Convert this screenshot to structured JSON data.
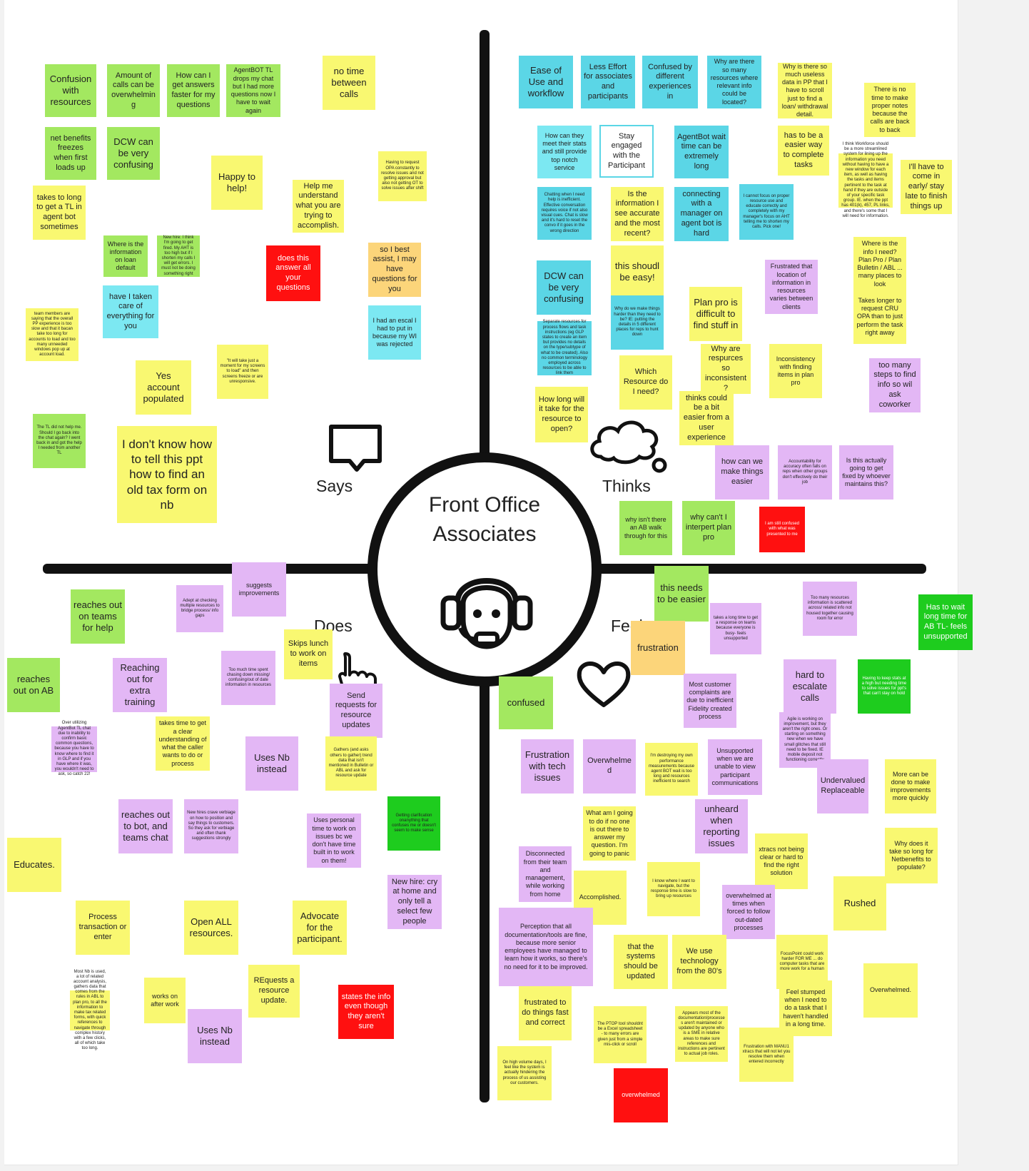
{
  "center": {
    "title_line1": "Front Office",
    "title_line2": "Associates",
    "icon": "headset-agent-icon"
  },
  "quadrants": {
    "says": "Says",
    "thinks": "Thinks",
    "does": "Does",
    "feels": "Feels"
  },
  "quadrant_icons": [
    "speech-bubble-icon",
    "thought-cloud-icon",
    "pointing-hand-icon",
    "heart-icon"
  ],
  "colors": {
    "green": "#a3e860",
    "yellow": "#f9f871",
    "orange": "#fcd57a",
    "red": "#ff1010",
    "blue": "#7ce8f2",
    "teal": "#5bd6e6",
    "purple": "#e3b7f5",
    "darkgreen": "#1ecc1e"
  },
  "notes": [
    {
      "text": "Confusion with resources"
    },
    {
      "text": "Amount of calls can be overwhelming"
    },
    {
      "text": "How can I get answers faster for my questions"
    },
    {
      "text": "AgentBOT TL drops my chat but I had more questions now I have to wait again"
    },
    {
      "text": "no time between calls"
    },
    {
      "text": "net benefits freezes when first loads up"
    },
    {
      "text": "DCW can be very confusing"
    },
    {
      "text": "Happy to help!"
    },
    {
      "text": "Having to request OPA constantly to resolve issues and not getting approval but also not getting OT to solve issues after shift"
    },
    {
      "text": "takes to long to get a TL in agent bot sometimes"
    },
    {
      "text": "Help me understand what you are trying to accomplish."
    },
    {
      "text": "Where is the information on loan default"
    },
    {
      "text": "New hire: I think I'm going to get fired. My AHT is too high but if I shorten my calls I will get errors. I must not be doing something right"
    },
    {
      "text": "does this answer all your questions"
    },
    {
      "text": "so I best assist, I may have questions for you"
    },
    {
      "text": "have I taken care of everything for you"
    },
    {
      "text": "team members are saying that the overall PP experience is too slow and that it bacan take too long for accounts to load and too many unneeded windows pop up at account load."
    },
    {
      "text": "I had an escal I had to put in because my WI was rejected"
    },
    {
      "text": "Yes account populated"
    },
    {
      "text": "\"It will take just a moment for my screens to load\" and then screens freeze or are unresponsive."
    },
    {
      "text": "The TL did not help me. Should I go back into the chat again? I went back in and got the help I needed from another TL"
    },
    {
      "text": "I don't know how to tell this ppt how to find an old tax form on nb"
    },
    {
      "text": "Ease of Use and workflow"
    },
    {
      "text": "Less Effort for associates and participants"
    },
    {
      "text": "Confused by different experiences in"
    },
    {
      "text": "Why are there so many resources where relevant info could be located?"
    },
    {
      "text": "Why is there so much useless data in PP that I have to scroll just to find a loan/ withdrawal detail."
    },
    {
      "text": "There is no time to make proper notes because the calls are back to back"
    },
    {
      "text": "How can they meet their stats and still provide top notch service"
    },
    {
      "text": "Stay engaged with the Participant"
    },
    {
      "text": "AgentBot wait time can be extremely long"
    },
    {
      "text": "has to be a easier way to complete tasks"
    },
    {
      "text": "I think Workforce should be a more streamlined system for lining up the information you need without having to have a new window for each item, as well as having the tasks and items pertinent to the task at hand if they are outside of your specific task group. IE. when the ppt has 401(k), 457, PL links, and there's some that I will need for information."
    },
    {
      "text": "I'll have to come in early/ stay late to finish things up"
    },
    {
      "text": "Chatting when I need help is inefficient. Effective conversation requires voice if not also visual cues. Chat is slow and it's hard to reset the convo if it goes in the wrong direction"
    },
    {
      "text": "Is the information I see accurate and the most recent?"
    },
    {
      "text": "connecting with a manager on agent bot is hard"
    },
    {
      "text": "I cannot focus on proper resource use and educate correctly and completely with my manager's focus on AHT telling me to shorten my calls. Pick one!"
    },
    {
      "text": "Where is the info I need? Plan Pro / Plan Bulletin / ABL ... many places to look"
    },
    {
      "text": "DCW can be very confusing"
    },
    {
      "text": "this shoudl be easy!"
    },
    {
      "text": "Frustrated that location of information in resources varies between clients"
    },
    {
      "text": "Why do we make things harder than they need to be? IE: putting the details in 5 different places for reps to hunt down"
    },
    {
      "text": "Plan pro is difficult to find stuff in"
    },
    {
      "text": "Takes longer to request CRU OPA than to just perform the task right away"
    },
    {
      "text": "Separate resources for process flows and task instructions (eg GLP states to create an item but provides no details on the type/subtype of what to be created). Also no common terminology employed across resources to be able to link them"
    },
    {
      "text": "Why are respurces so inconsistent?"
    },
    {
      "text": "Inconsistency with finding items in plan pro"
    },
    {
      "text": "Which Resource do I need?"
    },
    {
      "text": "too many steps to find info so wil ask coworker"
    },
    {
      "text": "How long will it take for the resource to open?"
    },
    {
      "text": "thinks could be a bit easier from a user experience"
    },
    {
      "text": "how can we make things easier"
    },
    {
      "text": "Accountability for accuracy often falls on reps when other groups don't effectively do their job"
    },
    {
      "text": "Is this actually going to get fixed by whoever maintains this?"
    },
    {
      "text": "why isn't there an AB walk through for this"
    },
    {
      "text": "why can't I interpert plan pro"
    },
    {
      "text": "I am still confused with what was presented to me"
    },
    {
      "text": "suggests improvements"
    },
    {
      "text": "reaches out on teams for help"
    },
    {
      "text": "Adept at checking multiple resources to bridge process/ info gaps"
    },
    {
      "text": "Skips lunch to work on items"
    },
    {
      "text": "this needs to be easier"
    },
    {
      "text": "takes a long time to get a response on teams because everyone is busy- feels unsupported"
    },
    {
      "text": "Too many resources information is scattered across/ related info not housed together causing room for error"
    },
    {
      "text": "Has to wait long time for AB TL- feels unsupported"
    },
    {
      "text": "frustration"
    },
    {
      "text": "reaches out on AB"
    },
    {
      "text": "Reaching out for extra training"
    },
    {
      "text": "Too much time spent chasing down missing/ confusing/out of date information in resources"
    },
    {
      "text": "Send requests for resource updates"
    },
    {
      "text": "confused"
    },
    {
      "text": "Most customer complaints are due to inefficient Fidelity created process"
    },
    {
      "text": "hard to escalate calls"
    },
    {
      "text": "Having to keep stats at a high but needing time to solve issues for ppt's that can't stay on hold"
    },
    {
      "text": "Agile is working on improvement, but they aren't the right ones. Or starting on something new when we have small glitches that still need to be fixed. IE mobile deposit not functioning correctly"
    },
    {
      "text": "Over utilizing AgentBot TL chat due to inability to confirm basic common questions, because you have to know where to find it in GLP and if you have where it was, you wouldn't need to ask, so catch 22!"
    },
    {
      "text": "takes time to get a clear understanding of what the caller wants to do or process"
    },
    {
      "text": "Uses Nb instead"
    },
    {
      "text": "Gathers (and asks others to gather) trend data that isn't mentioned in Bulletin or ABL and ask for resource update"
    },
    {
      "text": "Frustration with tech issues"
    },
    {
      "text": "Overwhelmed"
    },
    {
      "text": "I'm destroying my own performance measurements because agent BOT wait is too long and resources inefficient to search"
    },
    {
      "text": "Unsupported when we are unable to view participant communications"
    },
    {
      "text": "Undervalued Replaceable"
    },
    {
      "text": "More can be done to make improvements more quickly"
    },
    {
      "text": "reaches out to bot, and teams chat"
    },
    {
      "text": "New hires crave verbiage on how to position and say things to customers. So they ask for verbiage and often thank suggestions strongly"
    },
    {
      "text": "Uses personal time to work on issues bc we don't have time built in to work on them!"
    },
    {
      "text": "Getting clarification onanything that confuses me or doesn't seem to make sense"
    },
    {
      "text": "What am I going to do if no one is out there to answer my question. I'm going to panic"
    },
    {
      "text": "unheard when reporting issues"
    },
    {
      "text": "xtracs not being clear or hard to find the right solution"
    },
    {
      "text": "Why does it take so long for Netbenefits to populate?"
    },
    {
      "text": "Educates."
    },
    {
      "text": "Disconnected from their team and management, while working from home"
    },
    {
      "text": "Accomplished."
    },
    {
      "text": "I know where I want to navigate, but the response time is slow to bring up resources"
    },
    {
      "text": "overwhelmed at times when forced to follow out-dated processes"
    },
    {
      "text": "Rushed"
    },
    {
      "text": "New hire: cry at home and only tell a select few people"
    },
    {
      "text": "Process transaction or enter"
    },
    {
      "text": "Open ALL resources."
    },
    {
      "text": "Advocate for the participant."
    },
    {
      "text": "Perception that all documentation/tools are fine, because more senior employees have managed to learn how it works, so there's no need for it to be improved."
    },
    {
      "text": "that the systems should be updated"
    },
    {
      "text": "We use technology from the 80's"
    },
    {
      "text": "FocusPoint could work harder FOR ME ... do computer tasks that are more work for a human"
    },
    {
      "text": "Overwhelmed."
    },
    {
      "text": "Most Nb is used, a lot of related account analysis, gathers data that comes from the rules in ABL to plan pro, to all the information to make tax related forms, with quick references to navigate through complex history with a few clicks, all of which take too long."
    },
    {
      "text": "works on after work"
    },
    {
      "text": "REquests a resource update."
    },
    {
      "text": "states the info even though they aren't sure"
    },
    {
      "text": "frustrated to do things fast and correct"
    },
    {
      "text": "The PTOP tool shouldnt be a Excel spreadsheet - to many errors are given just from a simple mis-click or scroll"
    },
    {
      "text": "Appears most of the documentation/processes aren't maintained or updated by anyone who is a SME in relative areas to make sure references and instructions are pertinent to actual job roles."
    },
    {
      "text": "Feel stumped when I need to do a task that I haven't handled in a long time."
    },
    {
      "text": "Uses Nb instead"
    },
    {
      "text": "Frustration with MANU1 xtracs that will not let you resolve them when entered incorrectly"
    },
    {
      "text": "On high volume days, I feel like the system is actually hindering the process of us assisting our customers."
    },
    {
      "text": "overwhelmed"
    }
  ]
}
